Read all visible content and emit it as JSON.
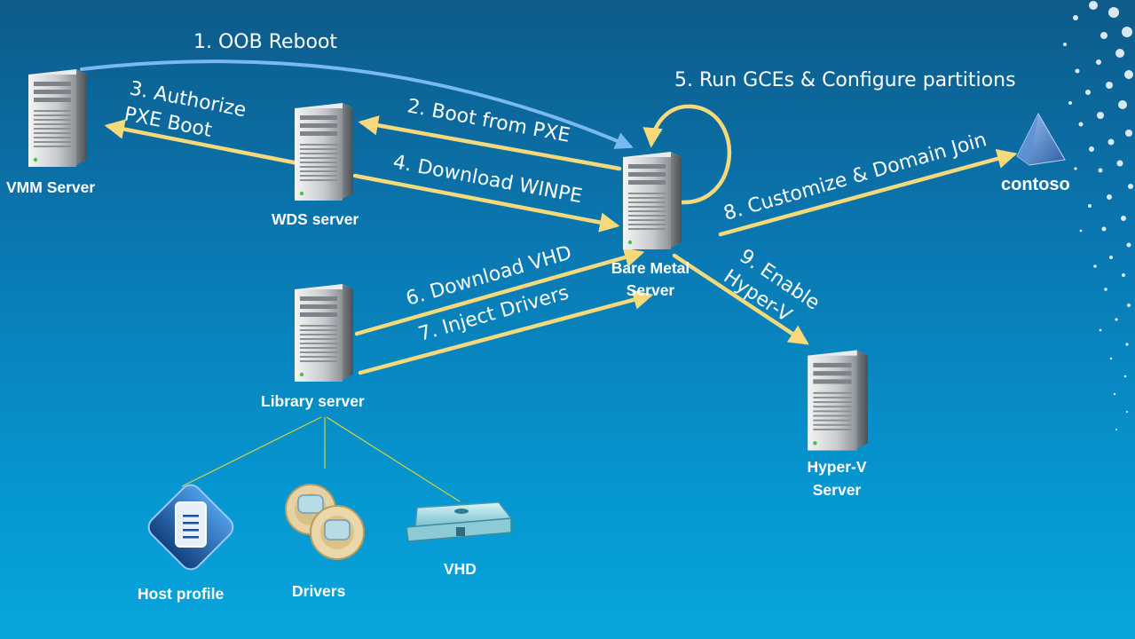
{
  "nodes": {
    "vmm": "VMM Server",
    "wds": "WDS server",
    "bare_metal_1": "Bare Metal",
    "bare_metal_2": "Server",
    "library": "Library server",
    "hyperv_1": "Hyper-V",
    "hyperv_2": "Server",
    "contoso": "contoso",
    "host_profile": "Host profile",
    "drivers": "Drivers",
    "vhd": "VHD"
  },
  "steps": {
    "s1": "1. OOB Reboot",
    "s2": "2. Boot from PXE",
    "s3_1": "3. Authorize",
    "s3_2": "PXE Boot",
    "s4": "4. Download WINPE",
    "s5": "5. Run GCEs & Configure partitions",
    "s6": "6. Download VHD",
    "s7": "7. Inject Drivers",
    "s8": "8. Customize & Domain Join",
    "s9_1": "9. Enable",
    "s9_2": "Hyper-V"
  },
  "colors": {
    "arrow": "#f5d97a",
    "blue_arrow": "#7ab8f0",
    "thin_line": "#d8d23a",
    "text": "#ffffff"
  }
}
